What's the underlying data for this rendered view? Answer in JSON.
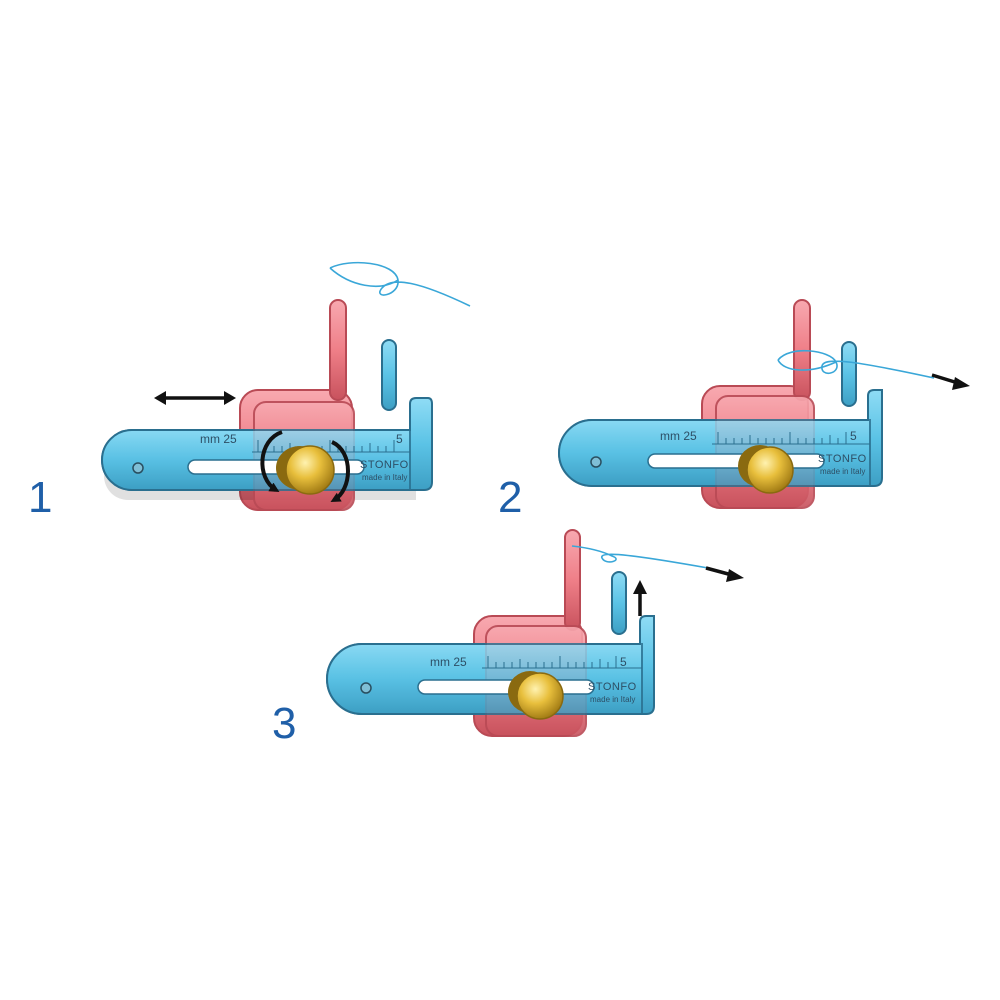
{
  "steps": [
    {
      "number": "1",
      "scale_label": "mm 25",
      "scale_end": "5",
      "brand": "STONFO",
      "made_in": "made in Italy"
    },
    {
      "number": "2",
      "scale_label": "mm 25",
      "scale_end": "5",
      "brand": "STONFO",
      "made_in": "made in Italy"
    },
    {
      "number": "3",
      "scale_label": "mm 25",
      "scale_end": "5",
      "brand": "STONFO",
      "made_in": "made in Italy"
    }
  ],
  "colors": {
    "ruler_blue": "#5bc3e6",
    "ruler_dark": "#2a6f8f",
    "slider_pink": "#f07f88",
    "slider_dark": "#b94a55",
    "knob_gold": "#e0b52b",
    "line_blue": "#3aa7d8",
    "arrow": "#111111",
    "number_blue": "#1f5fa8"
  }
}
